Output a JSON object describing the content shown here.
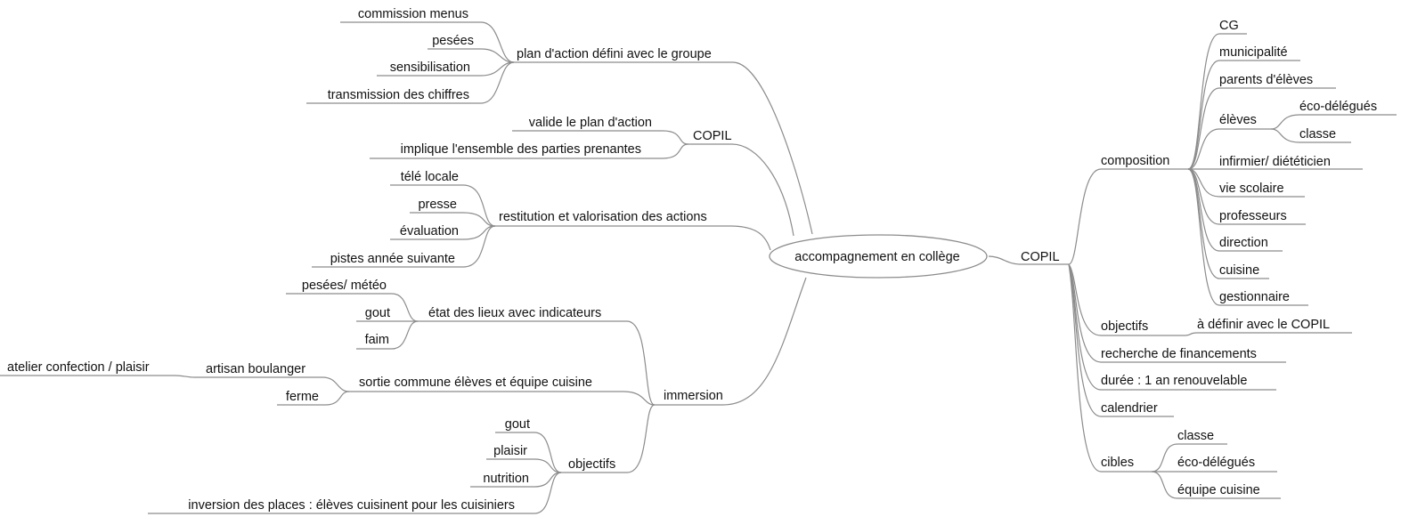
{
  "colors": {
    "line": "#8c8c8c",
    "text": "#111111",
    "background": "#ffffff"
  },
  "center": "accompagnement en collège",
  "right": {
    "label": "COPIL",
    "children": [
      {
        "label": "composition",
        "children": [
          {
            "label": "CG"
          },
          {
            "label": "municipalité"
          },
          {
            "label": "parents d'élèves"
          },
          {
            "label": "élèves",
            "children": [
              {
                "label": "éco-délégués"
              },
              {
                "label": "classe"
              }
            ]
          },
          {
            "label": "infirmier/ diététicien"
          },
          {
            "label": "vie scolaire"
          },
          {
            "label": "professeurs"
          },
          {
            "label": "direction"
          },
          {
            "label": "cuisine"
          },
          {
            "label": "gestionnaire"
          }
        ]
      },
      {
        "label": "objectifs",
        "children": [
          {
            "label": "à définir avec le COPIL"
          }
        ]
      },
      {
        "label": "recherche de financements"
      },
      {
        "label": "durée : 1 an renouvelable"
      },
      {
        "label": "calendrier"
      },
      {
        "label": "cibles",
        "children": [
          {
            "label": "classe"
          },
          {
            "label": "éco-délégués"
          },
          {
            "label": "équipe cuisine"
          }
        ]
      }
    ]
  },
  "left": [
    {
      "label": "plan d'action défini avec le groupe",
      "children": [
        {
          "label": "commission menus"
        },
        {
          "label": "pesées"
        },
        {
          "label": "sensibilisation"
        },
        {
          "label": "transmission des chiffres"
        }
      ]
    },
    {
      "label": "COPIL",
      "children": [
        {
          "label": "valide le plan d'action"
        },
        {
          "label": "implique l'ensemble des parties prenantes"
        }
      ]
    },
    {
      "label": "restitution et valorisation des actions",
      "children": [
        {
          "label": "télé locale"
        },
        {
          "label": "presse"
        },
        {
          "label": "évaluation"
        },
        {
          "label": "pistes année suivante"
        }
      ]
    },
    {
      "label": "immersion",
      "children": [
        {
          "label": "état des lieux avec indicateurs",
          "children": [
            {
              "label": "pesées/ météo"
            },
            {
              "label": "gout"
            },
            {
              "label": "faim"
            }
          ]
        },
        {
          "label": "sortie commune élèves et équipe cuisine",
          "children": [
            {
              "label": "artisan boulanger",
              "children": [
                {
                  "label": "atelier confection / plaisir"
                }
              ]
            },
            {
              "label": "ferme"
            }
          ]
        },
        {
          "label": "objectifs",
          "children": [
            {
              "label": "gout"
            },
            {
              "label": "plaisir"
            },
            {
              "label": "nutrition"
            },
            {
              "label": "inversion des places : élèves cuisinent pour les cuisiniers"
            }
          ]
        }
      ]
    }
  ]
}
